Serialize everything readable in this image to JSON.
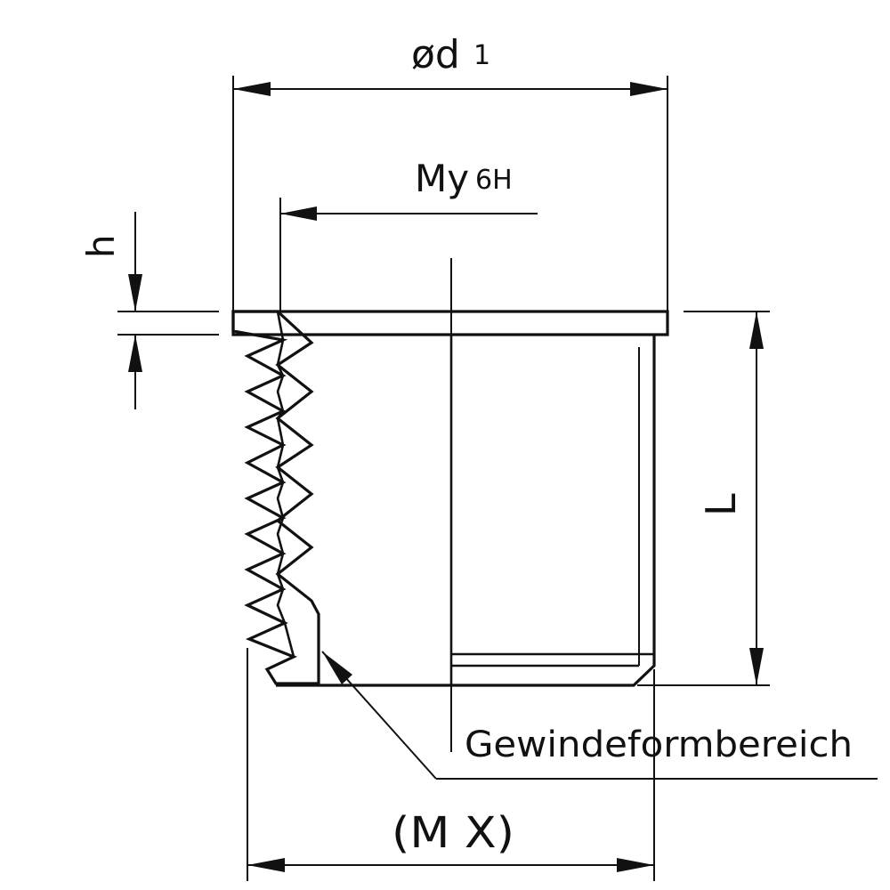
{
  "labels": {
    "outer_diameter": "ød",
    "outer_diameter_index": "1",
    "thread_size": "My",
    "thread_tolerance": "6H",
    "chamfer_height": "h",
    "length": "L",
    "thread_form_area": "Gewindeformbereich",
    "external_thread": "(M X)"
  },
  "colors": {
    "line": "#111111",
    "background": "#ffffff"
  }
}
